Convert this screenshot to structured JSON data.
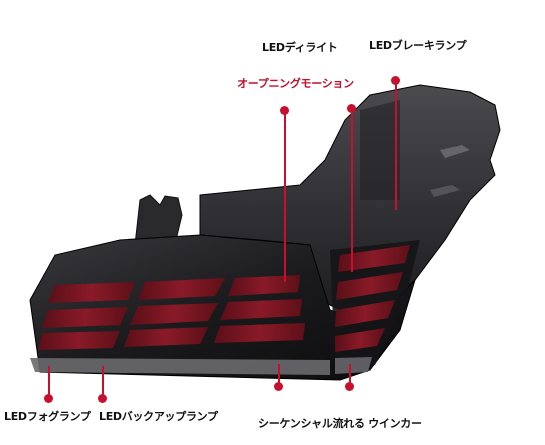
{
  "labels": {
    "drl": "LEDディライト",
    "brake": "LEDブレーキランプ",
    "opening": "オープニングモーション",
    "fog": "LEDフォグランプ",
    "backup": "LEDバックアップランプ",
    "sequential": "シーケンシャル流れる ウインカー"
  },
  "colors": {
    "accent": "#c8102e",
    "lamp_body": "#1a1a1c",
    "lens_red": "#7a1420"
  }
}
